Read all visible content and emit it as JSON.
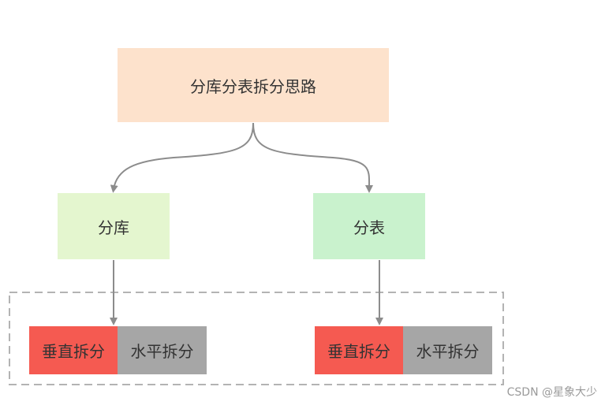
{
  "diagram": {
    "root": {
      "label": "分库分表拆分思路"
    },
    "branches": [
      {
        "label": "分库",
        "splits": [
          {
            "label": "垂直拆分"
          },
          {
            "label": "水平拆分"
          }
        ]
      },
      {
        "label": "分表",
        "splits": [
          {
            "label": "垂直拆分"
          },
          {
            "label": "水平拆分"
          }
        ]
      }
    ]
  },
  "colors": {
    "root_fill": "#fde2cc",
    "branch_db_fill": "#e4f6cf",
    "branch_table_fill": "#c9f2cd",
    "vertical_split_fill": "#f55a51",
    "horizontal_split_fill": "#a6a6a6",
    "edge": "#8c8c8c",
    "group_border": "#b3b3b3"
  },
  "watermark": "CSDN @星象大少"
}
